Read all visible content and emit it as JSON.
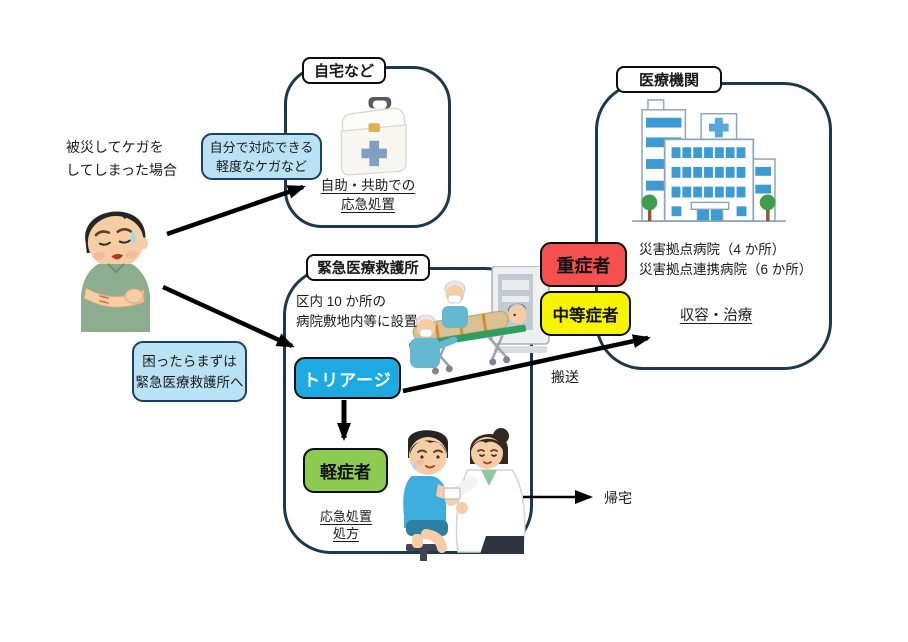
{
  "intro": {
    "line1": "被災してケガを",
    "line2": "してしまった場合"
  },
  "home": {
    "title": "自宅など",
    "caption1": "自助・共助での",
    "caption2": "応急処置"
  },
  "callout_self": {
    "line1": "自分で対応できる",
    "line2": "軽度なケガなど"
  },
  "callout_trouble": {
    "line1": "困ったらまずは",
    "line2": "緊急医療救護所へ"
  },
  "rescue": {
    "title": "緊急医療救護所",
    "desc1": "区内 10 か所の",
    "desc2": "病院敷地内等に設置",
    "triage_label": "トリアージ",
    "mild_label": "軽症者",
    "caption1": "応急処置",
    "caption2": "処方"
  },
  "hospital": {
    "title": "医療機関",
    "severe_label": "重症者",
    "moderate_label": "中等症者",
    "desc1": "災害拠点病院（4 か所）",
    "desc2": "災害拠点連携病院（6 か所）",
    "treatment_label": "収容・治療"
  },
  "flow_labels": {
    "transport": "搬送",
    "return_home": "帰宅"
  },
  "colors": {
    "box_border": "#1b3a4a",
    "callout_fill": "#b9e2f4",
    "callout_border": "#1d3f63",
    "triage_fill": "#1da9e2",
    "severe_fill": "#f4504d",
    "moderate_fill": "#f7f400",
    "mild_fill": "#8ecb52",
    "arrow": "#000000"
  },
  "icons": {
    "injured_person_icon": "crying boy holding injured arm",
    "first_aid_kit_icon": "white first-aid box with blue cross",
    "hospital_icon": "hospital building with trees",
    "stretcher_icon": "patient on stretcher loaded into ambulance",
    "treatment_icon": "doctor bandaging boy's arm"
  }
}
